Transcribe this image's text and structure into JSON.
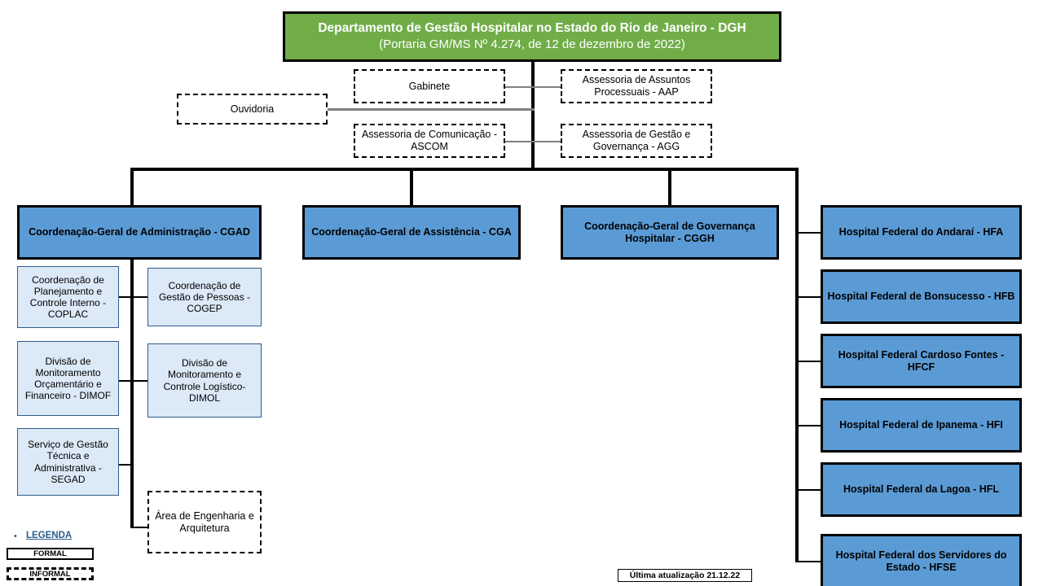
{
  "root": {
    "title": "Departamento de Gestão Hospitalar no Estado do Rio de Janeiro - DGH",
    "subtitle": "(Portaria GM/MS Nº 4.274, de 12 de dezembro de 2022)",
    "fill_color": "#70AD47"
  },
  "staff": [
    {
      "id": "ouvidoria",
      "label": "Ouvidoria",
      "type": "informal"
    },
    {
      "id": "gabinete",
      "label": "Gabinete",
      "type": "informal"
    },
    {
      "id": "ascom",
      "label": "Assessoria de Comunicação - ASCOM",
      "type": "informal"
    },
    {
      "id": "aap",
      "label": "Assessoria de Assuntos Processuais - AAP",
      "type": "informal"
    },
    {
      "id": "agg",
      "label": "Assessoria de Gestão e Governança - AGG",
      "type": "informal"
    }
  ],
  "coordinations": [
    {
      "id": "cgad",
      "label": "Coordenação-Geral de Administração - CGAD",
      "fill_color": "#5B9BD5"
    },
    {
      "id": "cga",
      "label": "Coordenação-Geral de Assistência - CGA",
      "fill_color": "#5B9BD5"
    },
    {
      "id": "cggh",
      "label": "Coordenação-Geral de Governança Hospitalar - CGGH",
      "fill_color": "#5B9BD5"
    }
  ],
  "cgad_units_left": [
    {
      "id": "coplac",
      "label": "Coordenação de Planejamento e Controle Interno - COPLAC",
      "type": "formal"
    },
    {
      "id": "dimof",
      "label": "Divisão de Monitoramento Orçamentário e Financeiro - DIMOF",
      "type": "formal"
    },
    {
      "id": "segad",
      "label": "Serviço de Gestão Técnica e Administrativa - SEGAD",
      "type": "formal"
    }
  ],
  "cgad_units_right": [
    {
      "id": "cogep",
      "label": "Coordenação de Gestão de Pessoas - COGEP",
      "type": "formal"
    },
    {
      "id": "dimol",
      "label": "Divisão de Monitoramento e Controle Logístico- DIMOL",
      "type": "formal"
    },
    {
      "id": "engenharia",
      "label": "Área de Engenharia e Arquitetura",
      "type": "informal"
    }
  ],
  "hospitals": [
    {
      "id": "hfa",
      "label": "Hospital Federal do Andaraí - HFA"
    },
    {
      "id": "hfb",
      "label": "Hospital Federal de Bonsucesso - HFB"
    },
    {
      "id": "hfcf",
      "label": "Hospital Federal Cardoso Fontes - HFCF"
    },
    {
      "id": "hfi",
      "label": "Hospital Federal de Ipanema - HFI"
    },
    {
      "id": "hfl",
      "label": "Hospital Federal da Lagoa - HFL"
    },
    {
      "id": "hfse",
      "label": "Hospital Federal dos Servidores do Estado - HFSE"
    }
  ],
  "legend": {
    "title": "LEGENDA",
    "bullet": "•",
    "formal_label": "FORMAL",
    "informal_label": "INFORMAL",
    "accent_color": "#2E5C8A"
  },
  "footer": {
    "last_update": "Última atualização 21.12.22"
  }
}
